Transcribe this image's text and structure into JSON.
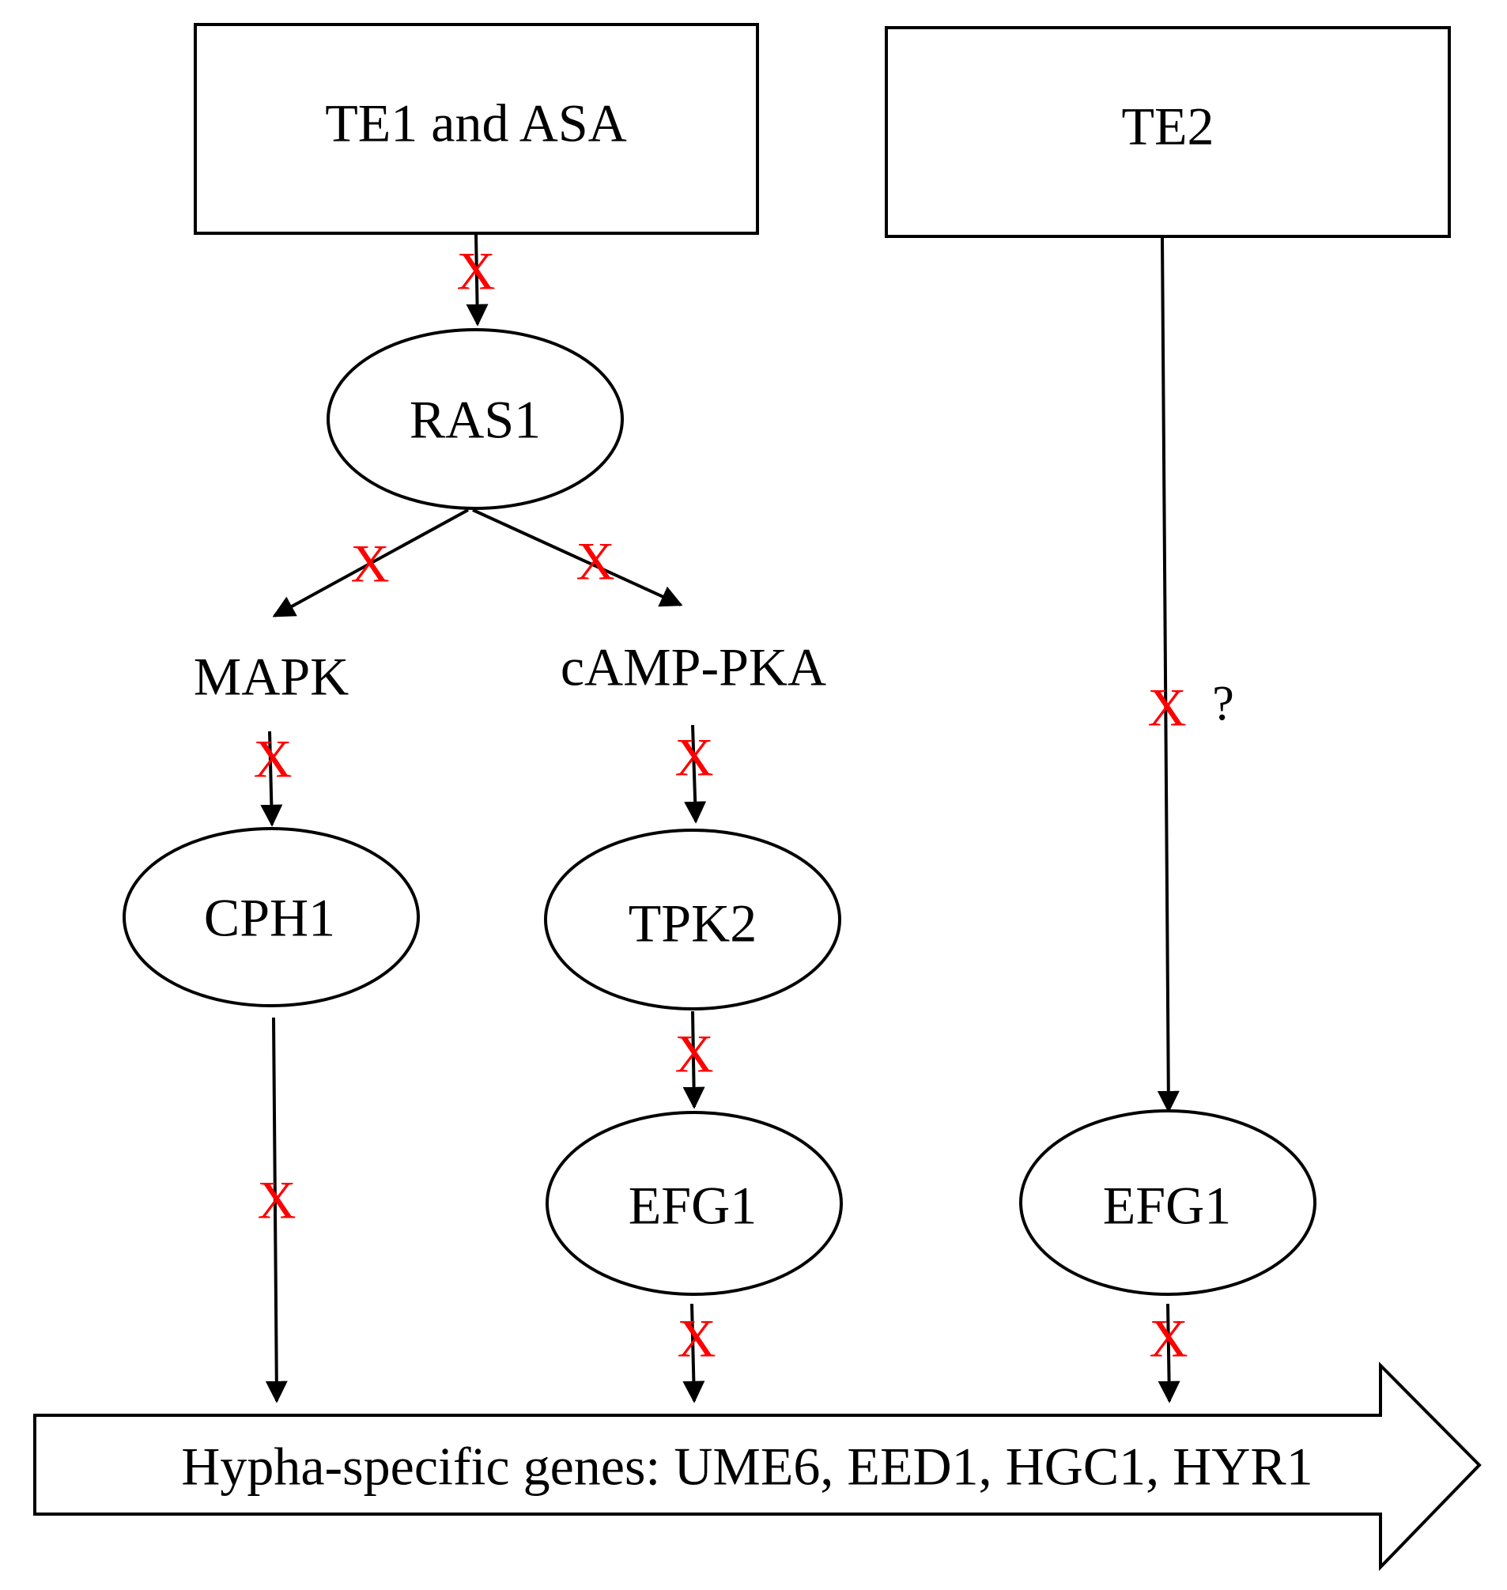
{
  "nodes": {
    "te1_asa": "TE1 and ASA",
    "te2": "TE2",
    "ras1": "RAS1",
    "mapk": "MAPK",
    "camp_pka": "cAMP-PKA",
    "cph1": "CPH1",
    "tpk2": "TPK2",
    "efg1_left": "EFG1",
    "efg1_right": "EFG1",
    "genes": "Hypha-specific genes: UME6,  EED1, HGC1, HYR1"
  },
  "marks": {
    "block": "X",
    "uncertain": "?"
  },
  "colors": {
    "block_mark": "#ff0000",
    "line": "#000000"
  }
}
